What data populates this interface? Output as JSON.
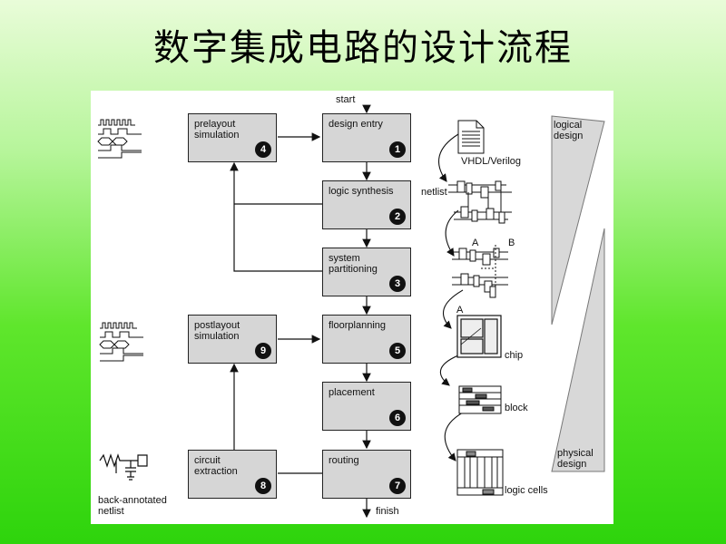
{
  "title": "数字集成电路的设计流程",
  "flow": {
    "start": "start",
    "finish": "finish",
    "steps": [
      {
        "label": "design entry",
        "num": "1"
      },
      {
        "label": "logic synthesis",
        "num": "2"
      },
      {
        "label": "system partitioning",
        "num": "3"
      },
      {
        "label": "prelayout simulation",
        "num": "4"
      },
      {
        "label": "floorplanning",
        "num": "5"
      },
      {
        "label": "placement",
        "num": "6"
      },
      {
        "label": "routing",
        "num": "7"
      },
      {
        "label": "circuit extraction",
        "num": "8"
      },
      {
        "label": "postlayout simulation",
        "num": "9"
      }
    ]
  },
  "side_labels": {
    "vhdl": "VHDL/Verilog",
    "netlist": "netlist",
    "a": "A",
    "b": "B",
    "chip_a": "A",
    "chip": "chip",
    "block": "block",
    "logic_cells": "logic cells",
    "back_annotated": "back-annotated",
    "back_netlist": "netlist",
    "logical": "logical",
    "logical_design": "design",
    "physical": "physical",
    "physical_design": "design"
  }
}
